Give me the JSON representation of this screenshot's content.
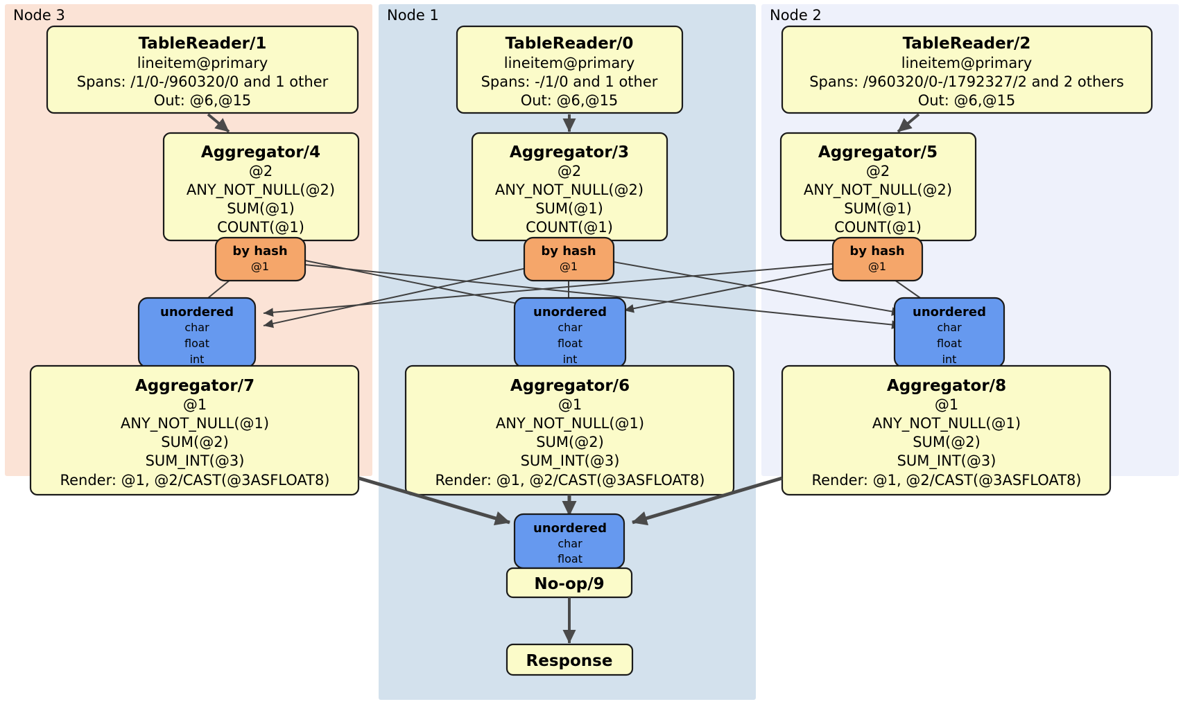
{
  "diagram": {
    "type": "distributed-query-plan",
    "title": "Distributed SQL query physical plan",
    "colors": {
      "processor_fill": "#fbfbc9",
      "router_fill": "#f5a66a",
      "sync_fill": "#6699ef",
      "node3_panel": "#fbe3d6",
      "node1_panel": "#d3e1ed",
      "node2_panel": "#eef1fb",
      "edge": "#4a4a4a",
      "border": "#1a1a1a"
    },
    "clusters": [
      {
        "id": "node3",
        "label": "Node 3",
        "fill": "#fbe3d6"
      },
      {
        "id": "node1",
        "label": "Node 1",
        "fill": "#d3e1ed"
      },
      {
        "id": "node2",
        "label": "Node 2",
        "fill": "#eef1fb"
      }
    ],
    "nodes": {
      "tablereader_1": {
        "title": "TableReader/1",
        "lines": [
          "lineitem@primary",
          "Spans: /1/0-/960320/0 and 1 other",
          "Out: @6,@15"
        ]
      },
      "tablereader_0": {
        "title": "TableReader/0",
        "lines": [
          "lineitem@primary",
          "Spans: -/1/0 and 1 other",
          "Out: @6,@15"
        ]
      },
      "tablereader_2": {
        "title": "TableReader/2",
        "lines": [
          "lineitem@primary",
          "Spans: /960320/0-/1792327/2 and 2 others",
          "Out: @6,@15"
        ]
      },
      "aggregator_4": {
        "title": "Aggregator/4",
        "lines": [
          "@2",
          "ANY_NOT_NULL(@2)",
          "SUM(@1)",
          "COUNT(@1)"
        ]
      },
      "aggregator_3": {
        "title": "Aggregator/3",
        "lines": [
          "@2",
          "ANY_NOT_NULL(@2)",
          "SUM(@1)",
          "COUNT(@1)"
        ]
      },
      "aggregator_5": {
        "title": "Aggregator/5",
        "lines": [
          "@2",
          "ANY_NOT_NULL(@2)",
          "SUM(@1)",
          "COUNT(@1)"
        ]
      },
      "router_left": {
        "title": "by hash",
        "lines": [
          "@1"
        ]
      },
      "router_mid": {
        "title": "by hash",
        "lines": [
          "@1"
        ]
      },
      "router_right": {
        "title": "by hash",
        "lines": [
          "@1"
        ]
      },
      "sync_left": {
        "title": "unordered",
        "lines": [
          "char",
          "float",
          "int"
        ]
      },
      "sync_mid": {
        "title": "unordered",
        "lines": [
          "char",
          "float",
          "int"
        ]
      },
      "sync_right": {
        "title": "unordered",
        "lines": [
          "char",
          "float",
          "int"
        ]
      },
      "aggregator_7": {
        "title": "Aggregator/7",
        "lines": [
          "@1",
          "ANY_NOT_NULL(@1)",
          "SUM(@2)",
          "SUM_INT(@3)",
          "Render: @1, @2/CAST(@3ASFLOAT8)"
        ]
      },
      "aggregator_6": {
        "title": "Aggregator/6",
        "lines": [
          "@1",
          "ANY_NOT_NULL(@1)",
          "SUM(@2)",
          "SUM_INT(@3)",
          "Render: @1, @2/CAST(@3ASFLOAT8)"
        ]
      },
      "aggregator_8": {
        "title": "Aggregator/8",
        "lines": [
          "@1",
          "ANY_NOT_NULL(@1)",
          "SUM(@2)",
          "SUM_INT(@3)",
          "Render: @1, @2/CAST(@3ASFLOAT8)"
        ]
      },
      "sync_final": {
        "title": "unordered",
        "lines": [
          "char",
          "float"
        ]
      },
      "noop_9": {
        "title": "No-op/9",
        "lines": []
      },
      "response": {
        "title": "Response",
        "lines": []
      }
    }
  }
}
